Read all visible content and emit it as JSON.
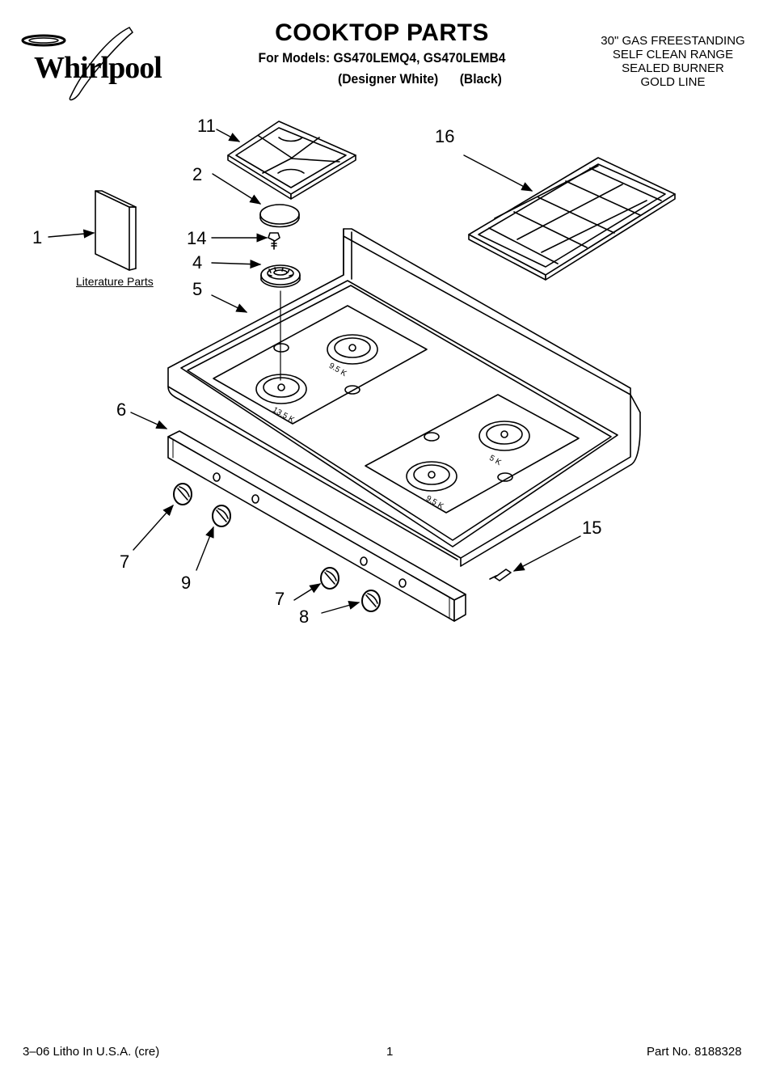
{
  "header": {
    "brand": "Whirlpool",
    "title": "COOKTOP PARTS",
    "models_line": "For Models: GS470LEMQ4, GS470LEMB4",
    "variant_white": "(Designer White)",
    "variant_black": "(Black)",
    "range_description": [
      "30\" GAS FREESTANDING",
      "SELF CLEAN RANGE",
      "SEALED BURNER",
      "GOLD LINE"
    ]
  },
  "diagram": {
    "literature_label": "Literature Parts",
    "callouts": {
      "c1": "1",
      "c2": "2",
      "c4": "4",
      "c5": "5",
      "c6": "6",
      "c7a": "7",
      "c7b": "7",
      "c8": "8",
      "c9": "9",
      "c11": "11",
      "c14": "14",
      "c15": "15",
      "c16": "16"
    },
    "burner_ratings": {
      "left_back": "9.5 K",
      "left_front": "13.5 K",
      "right_back": "5 K",
      "right_front": "9.5 K"
    }
  },
  "footer": {
    "left": "3–06 Litho In U.S.A. (cre)",
    "page": "1",
    "part_no": "Part No. 8188328"
  }
}
